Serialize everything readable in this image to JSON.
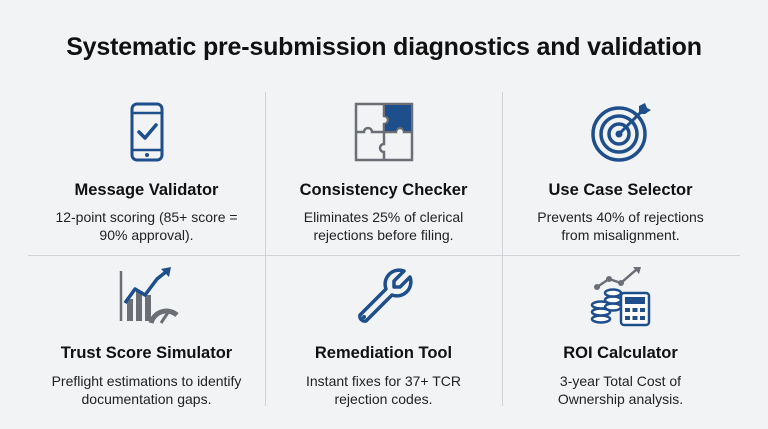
{
  "title": "Systematic pre-submission diagnostics and validation",
  "colors": {
    "accent": "#1f4e8c",
    "gray": "#6b6f75",
    "line": "#cfd2d6"
  },
  "cards": [
    {
      "icon": "smartphone-check-icon",
      "title": "Message Validator",
      "desc": [
        "12-point scoring (85+ score =",
        "90% approval)."
      ]
    },
    {
      "icon": "puzzle-icon",
      "title": "Consistency Checker",
      "desc": [
        "Eliminates 25% of clerical",
        "rejections before filing."
      ]
    },
    {
      "icon": "target-icon",
      "title": "Use Case Selector",
      "desc": [
        "Prevents 40% of rejections",
        "from misalignment."
      ]
    },
    {
      "icon": "chart-gauge-icon",
      "title": "Trust Score Simulator",
      "desc": [
        "Preflight estimations to identify",
        "documentation gaps."
      ]
    },
    {
      "icon": "wrench-icon",
      "title": "Remediation Tool",
      "desc": [
        "Instant fixes for 37+ TCR",
        "rejection codes."
      ]
    },
    {
      "icon": "coins-calculator-icon",
      "title": "ROI Calculator",
      "desc": [
        "3-year Total Cost of",
        "Ownership analysis."
      ]
    }
  ]
}
